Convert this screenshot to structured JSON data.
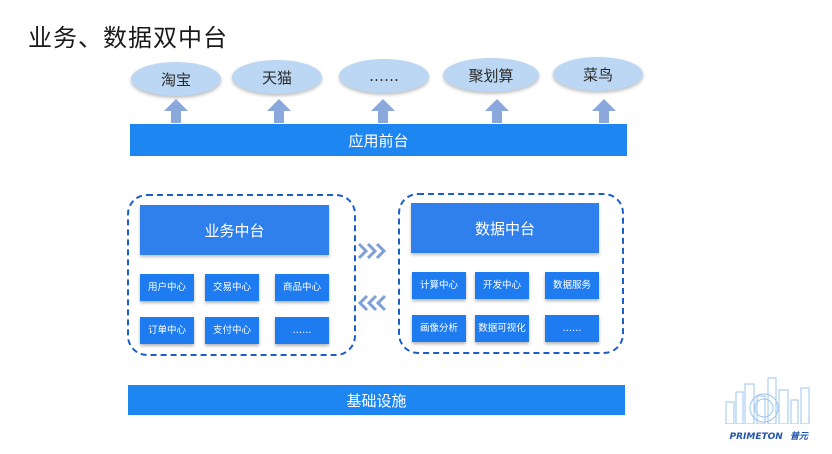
{
  "title": "业务、数据双中台",
  "front_apps": [
    "淘宝",
    "天猫",
    "……",
    "聚划算",
    "菜鸟"
  ],
  "front_bar": "应用前台",
  "business": {
    "title": "业务中台",
    "cells": [
      "用户中心",
      "交易中心",
      "商品中心",
      "订单中心",
      "支付中心",
      "……"
    ]
  },
  "data_center": {
    "title": "数据中台",
    "cells": [
      "计算中心",
      "开发中心",
      "数据服务",
      "画像分析",
      "数据可视化",
      "……"
    ]
  },
  "infra_bar": "基础设施",
  "brand": {
    "latin": "PRIMETON",
    "cn": "普元"
  },
  "colors": {
    "bar": "#1e86f0",
    "oval": "#bcd7f3",
    "dash": "#1a5fc8"
  }
}
